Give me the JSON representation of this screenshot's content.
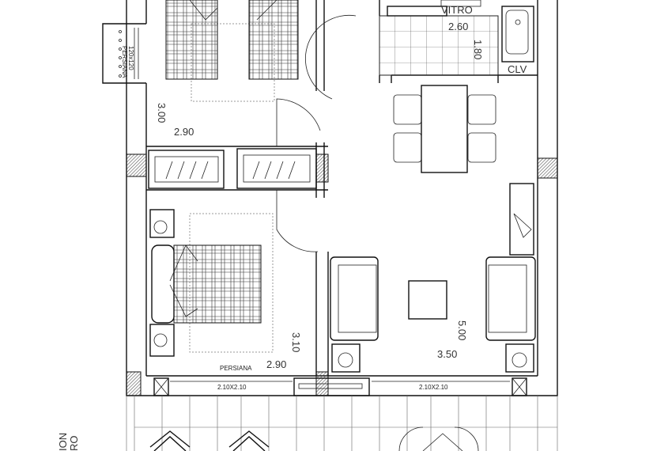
{
  "kitchen": {
    "appliance_label": "VITRO",
    "width": "2.60",
    "depth": "1.80",
    "sink_label": "CLV"
  },
  "bedroom1": {
    "window_size": "120x120",
    "window_type": "PERSIANA",
    "depth": "3.00",
    "width": "2.90"
  },
  "bedroom2": {
    "depth": "3.10",
    "width": "2.90",
    "window_type": "PERSIANA",
    "door_size": "2.10X2.10"
  },
  "living": {
    "depth": "5.00",
    "width": "3.50",
    "door_size": "2.10X2.10"
  },
  "terrace": {
    "label_line1": "ION",
    "label_line2": "RO"
  },
  "colors": {
    "wall": "#111111",
    "hatch": "#555555",
    "background": "#ffffff"
  }
}
